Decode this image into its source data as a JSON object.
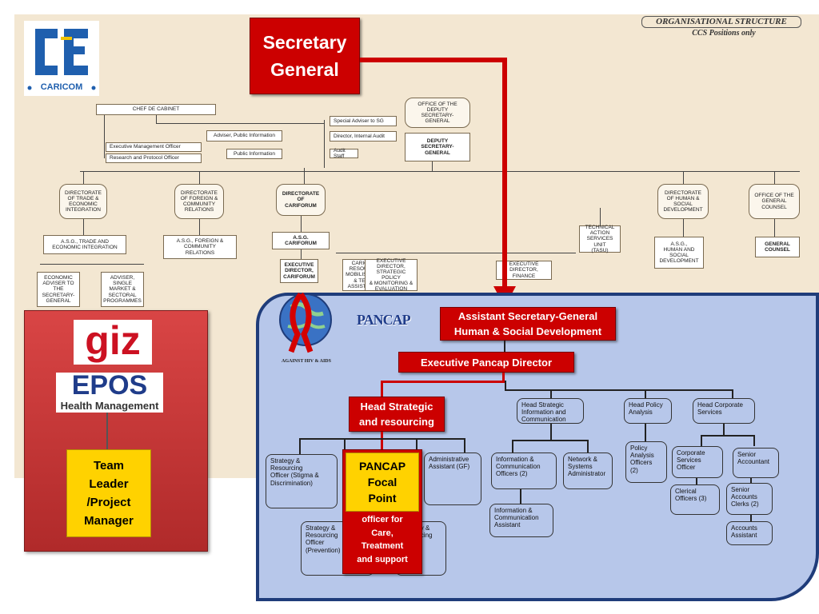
{
  "header": {
    "title": "ORGANISATIONAL  STRUCTURE",
    "subtitle": "CCS Positions only",
    "logo_text": "CARICOM"
  },
  "highlight": {
    "secretary_general": "Secretary\nGeneral",
    "asg_hsd": "Assistant Secretary-General\nHuman & Social Development",
    "exec_director": "Executive Pancap Director",
    "head_strategic": "Head Strategic\nand resourcing",
    "focal_point_title": "PANCAP\nFocal\nPoint",
    "focal_point_sub": "officer for\nCare,\nTreatment\nand support"
  },
  "giz": {
    "logo": "giz",
    "epos": "EPOS",
    "epos_sub": "Health Management",
    "team_leader": "Team\nLeader\n/Project\nManager"
  },
  "pancap": {
    "name": "PANCAP",
    "ribbon_text": "AGAINST HIV & AIDS",
    "boxes": {
      "head_strategic_info": "Head Strategic\nInformation and\nCommunication",
      "head_policy": "Head Policy\nAnalysis",
      "head_corporate": "Head Corporate\nServices",
      "strat_stigma": "Strategy &\nResourcing\nOfficer (Stigma &\nDiscrimination)",
      "admin_assistant": "Administrative\nAssistant (GF)",
      "strat_prevention": "Strategy &\nResourcing\nOfficer\n(Prevention)",
      "strat_right": "Strategy &\nResourcing\nOfficer\n(GF)",
      "info_comm_officers": "Information &\nCommunication\nOfficers (2)",
      "network_admin": "Network &\nSystems\nAdministrator",
      "info_comm_assistant": "Information &\nCommunication\nAssistant",
      "policy_officers": "Policy\nAnalysis\nOfficers\n(2)",
      "corporate_officer": "Corporate\nServices\nOfficer",
      "senior_accountant": "Senior\nAccountant",
      "clerical_officers": "Clerical\nOfficers (3)",
      "senior_clerks": "Senior\nAccounts\nClerks (2)",
      "accounts_assistant": "Accounts\nAssistant"
    }
  },
  "org": {
    "chef_de_cabinet": "CHEF DE CABINET",
    "exec_mgmt_officer": "Executive Management Officer",
    "research_protocol": "Research and Protocol Officer",
    "adviser_public_info": "Adviser, Public Information",
    "public_information": "Public Information",
    "special_adviser": "Special Adviser to SG",
    "director_internal_audit": "Director,  Internal Audit",
    "audit_staff": "Audit Staff",
    "office_deputy": "OFFICE OF THE\nDEPUTY\nSECRETARY-\nGENERAL",
    "deputy_sg": "DEPUTY\nSECRETARY-\nGENERAL",
    "dir_trade": "DIRECTORATE\nOF  TRADE &\nECONOMIC\nINTEGRATION",
    "dir_foreign": "DIRECTORATE\nOF FOREIGN &\nCOMMUNITY\nRELATIONS",
    "dir_cariforum": "DIRECTORATE\nOF\nCARIFORUM",
    "dir_human": "DIRECTORATE\nOF HUMAN &\nSOCIAL\nDEVELOPMENT",
    "office_counsel": "OFFICE OF THE\nGENERAL\nCOUNSEL",
    "asg_trade": "A.S.G., TRADE AND\nECONOMIC INTEGRATION",
    "asg_foreign": "A.S.G., FOREIGN &\nCOMMUNITY\nRELATIONS",
    "asg_cariforum": "A.S.G.\nCARIFORUM",
    "technical_action": "TECHNICAL\nACTION\nSERVICES UNIT\n(TASU)",
    "asg_human": "A.S.G.,\nHUMAN AND\nSOCIAL\nDEVELOPMENT",
    "general_counsel": "GENERAL\nCOUNSEL",
    "economic_adviser": "ECONOMIC\nADVISER TO\nTHE\nSECRETARY-\nGENERAL",
    "adviser_single_market": "ADVISER,\nSINGLE\nMARKET &\nSECTORAL\nPROGRAMMES",
    "exec_dir_cariforum": "EXECUTIVE\nDIRECTOR,\nCARIFORUM",
    "caricom_resource": "CARICOM\nRESOURCE\nMOBILISATION\n& TECH.\nASSISTANCE",
    "exec_dir_strategic": "EXECUTIVE\nDIRECTOR,\nSTRATEGIC POLICY\n& MONITORING &\nEVALUATION",
    "exec_dir_finance": "EXECUTIVE\nDIRECTOR, FINANCE"
  }
}
